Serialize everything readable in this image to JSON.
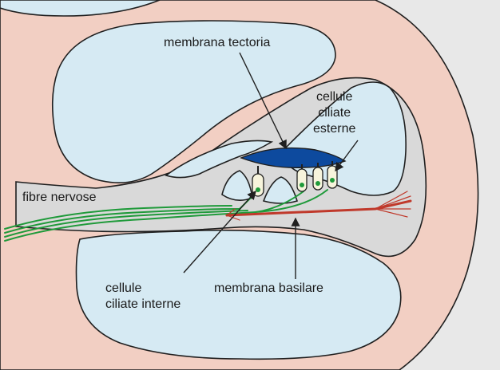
{
  "labels": {
    "membrana_tectoria": "membrana tectoria",
    "cellule_esterne": [
      "cellule",
      "ciliate",
      "esterne"
    ],
    "fibre_nervose": "fibre nervose",
    "cellule_interne": [
      "cellule",
      "ciliate interne"
    ],
    "membrana_basilare": "membrana basilare"
  },
  "colors": {
    "background": "#e8e8e8",
    "bone": "#f2cfc3",
    "fluid": "#d6eaf3",
    "tissue": "#d9d9d9",
    "tectorial_membrane": "#0d4a9e",
    "nerve_fibres": "#1f9a3a",
    "basilar_membrane": "#c0392b",
    "hair_cells": "#f7f4dc",
    "outline": "#1f1f1f"
  },
  "icons": {
    "arrow": "arrow-icon"
  }
}
